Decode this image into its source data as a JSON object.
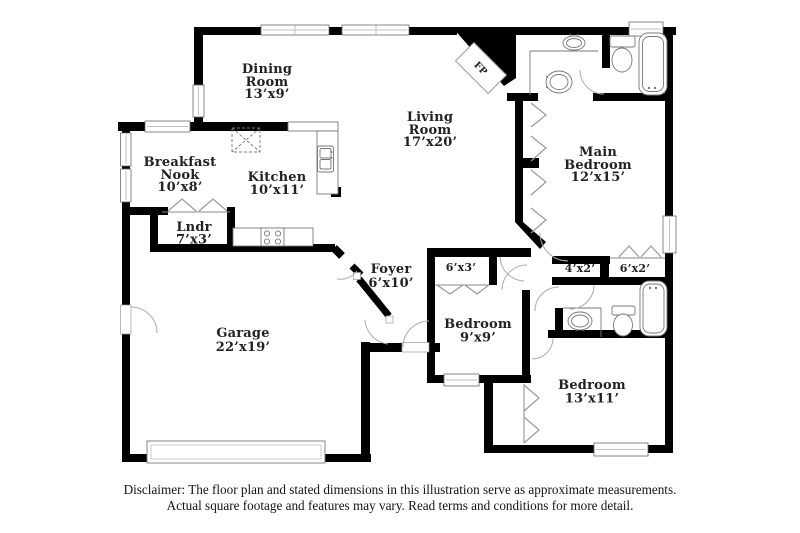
{
  "disclaimer": {
    "line1": "Disclaimer: The floor plan and stated dimensions in this illustration serve as approximate measurements.",
    "line2": "Actual square footage and features may vary. Read terms and conditions for more detail."
  },
  "rooms": {
    "dining": {
      "line1": "Dining",
      "line2": "Room",
      "dims": "13’x9’"
    },
    "living": {
      "line1": "Living",
      "line2": "Room",
      "dims": "17’x20’"
    },
    "main_bedroom": {
      "line1": "Main",
      "line2": "Bedroom",
      "dims": "12’x15’"
    },
    "breakfast_nook": {
      "line1": "Breakfast",
      "line2": "Nook",
      "dims": "10’x8’"
    },
    "kitchen": {
      "line1": "Kitchen",
      "dims": "10’x11’"
    },
    "laundry": {
      "line1": "Lndr",
      "dims": "7’x3’"
    },
    "foyer": {
      "line1": "Foyer",
      "dims": "6’x10’"
    },
    "garage": {
      "line1": "Garage",
      "dims": "22’x19’"
    },
    "bedroom_9": {
      "line1": "Bedroom",
      "dims": "9’x9’"
    },
    "bedroom_13": {
      "line1": "Bedroom",
      "dims": "13’x11’"
    },
    "closet_6x3": {
      "dims": "6’x3’"
    },
    "closet_4x2": {
      "dims": "4’x2’"
    },
    "closet_6x2": {
      "dims": "6’x2’"
    },
    "fireplace": {
      "label": "FP"
    }
  },
  "colors": {
    "wall": "#000000",
    "label": "#222222",
    "door_arc": "#ababab",
    "background": "#ffffff"
  }
}
